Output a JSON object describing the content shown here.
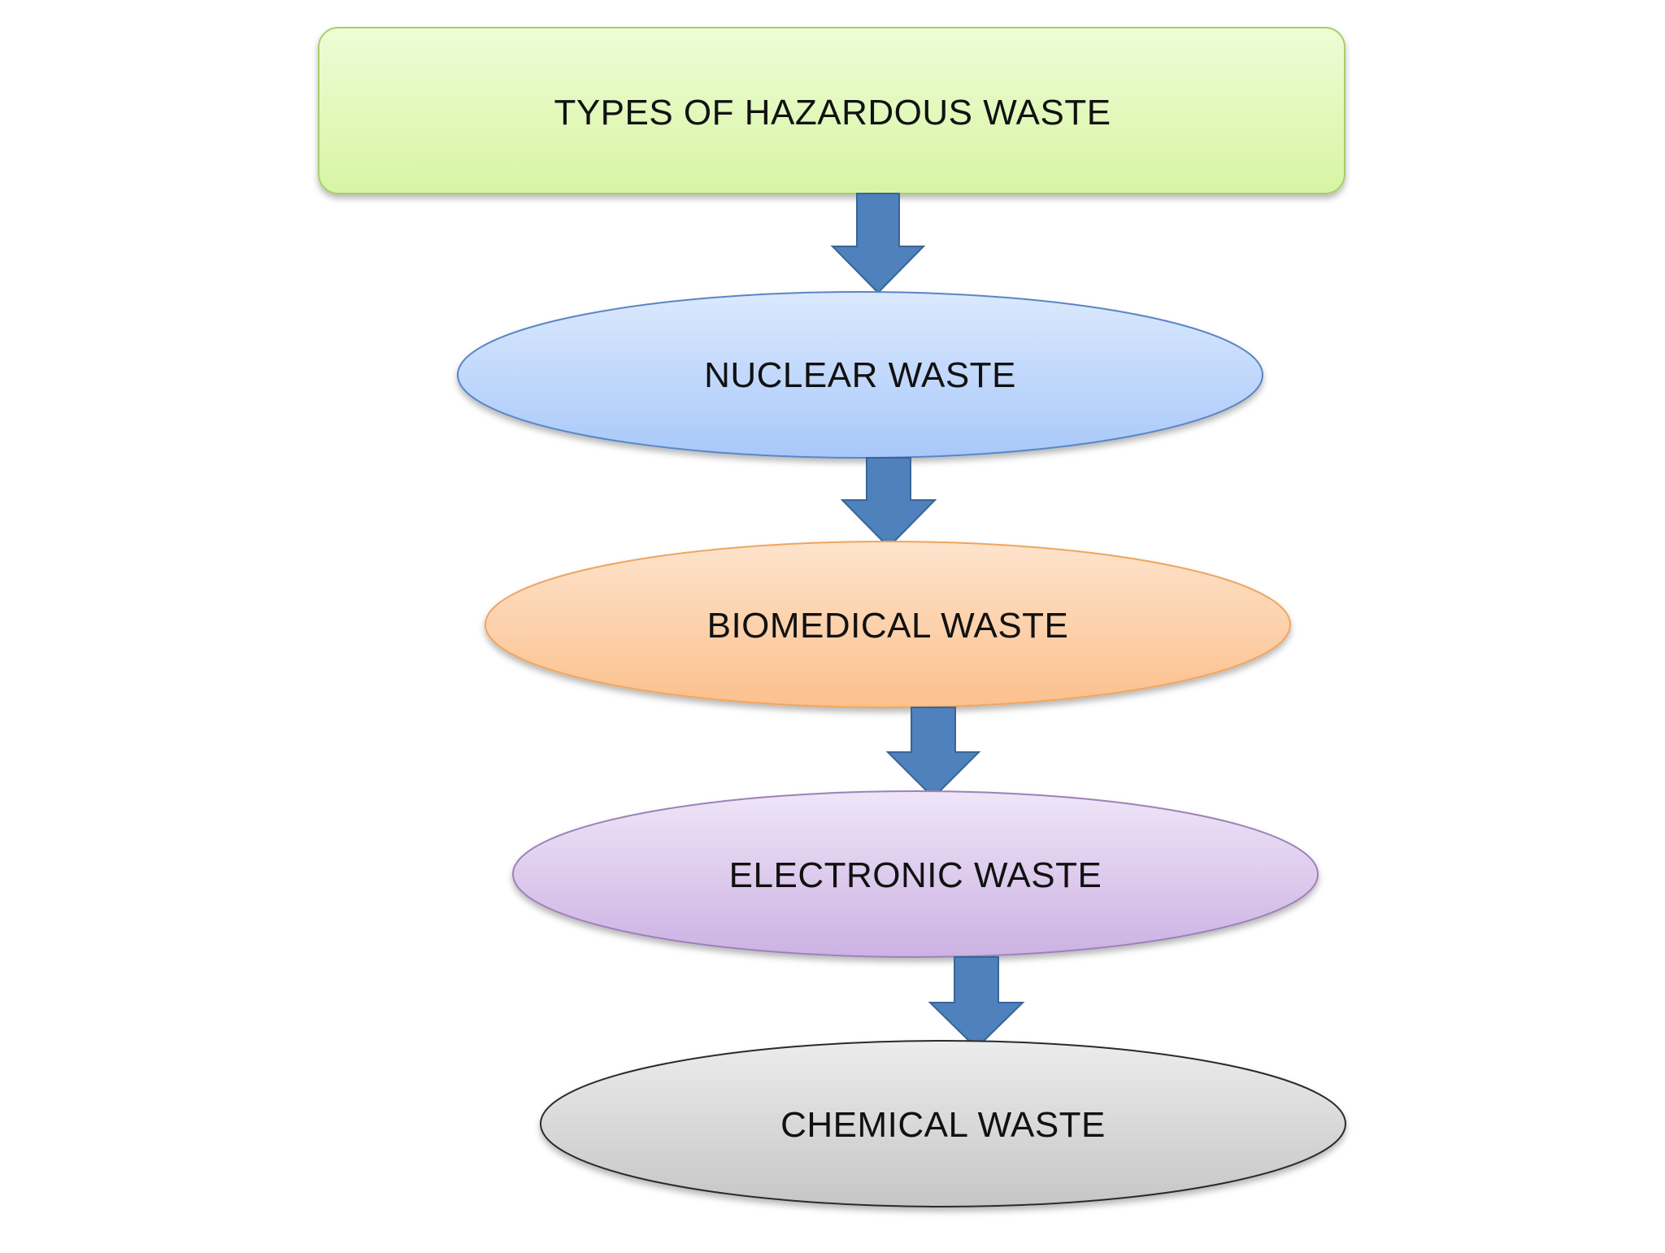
{
  "diagram": {
    "root": {
      "label": "TYPES OF HAZARDOUS WASTE",
      "fill": "#d9f7a9",
      "stroke": "#a6cf6b"
    },
    "nodes": [
      {
        "label": "NUCLEAR WASTE",
        "fill": "#b7d3fb",
        "stroke": "#5a86c4"
      },
      {
        "label": "BIOMEDICAL WASTE",
        "fill": "#fdc99c",
        "stroke": "#f0a55e"
      },
      {
        "label": "ELECTRONIC WASTE",
        "fill": "#dcc8ec",
        "stroke": "#9c82b8"
      },
      {
        "label": "CHEMICAL WASTE",
        "fill": "#d6d6d6",
        "stroke": "#2b2b2b"
      }
    ],
    "arrow_color": "#4f81bd",
    "arrow_stroke": "#3a6496"
  }
}
